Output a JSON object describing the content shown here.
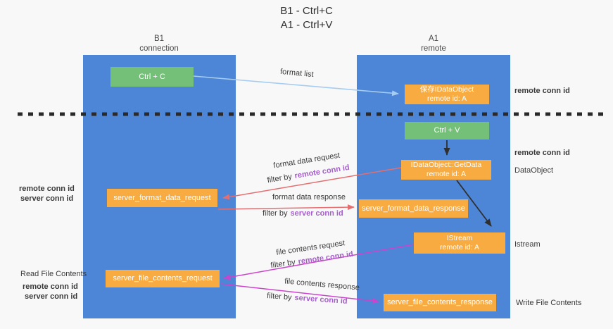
{
  "title": {
    "line1": "B1 - Ctrl+C",
    "line2": "A1 - Ctrl+V"
  },
  "lanes": {
    "left": {
      "name": "B1",
      "subtitle": "connection"
    },
    "right": {
      "name": "A1",
      "subtitle": "remote"
    }
  },
  "nodes": {
    "ctrl_c": "Ctrl + C",
    "ctrl_v": "Ctrl + V",
    "save_idataobject": {
      "line1": "保存IDataObject",
      "line2": "remote id: A"
    },
    "idataobject_getdata": {
      "line1": "IDataObject::GetData",
      "line2": "remote id: A"
    },
    "istream": {
      "line1": "IStream",
      "line2": "remote id: A"
    },
    "server_format_data_request": "server_format_data_request",
    "server_format_data_response": "server_format_data_response",
    "server_file_contents_request": "server_file_contents_request",
    "server_file_contents_response": "server_file_contents_response"
  },
  "edge_labels": {
    "format_list": "format list",
    "format_data_request": "format data request",
    "format_data_response": "format data response",
    "file_contents_request": "file contents request",
    "file_contents_response": "file contents response",
    "filter_by": "filter by"
  },
  "terms": {
    "remote_conn_id": "remote conn id",
    "server_conn_id": "server conn id"
  },
  "annotations": {
    "dataobject": "DataObject",
    "istream": "Istream",
    "read_file_contents": "Read File Contents",
    "write_file_contents": "Write File Contents"
  },
  "colors": {
    "lane_blue": "#4d85d7",
    "node_green": "#74c078",
    "node_orange": "#f8ab40",
    "arrow_light_blue": "#a6cdf0",
    "arrow_red": "#e56e70",
    "arrow_magenta": "#cc44cc",
    "arrow_black": "#2f2f2f",
    "text_purple": "#a45fc8",
    "text_green": "#7bc88c"
  }
}
